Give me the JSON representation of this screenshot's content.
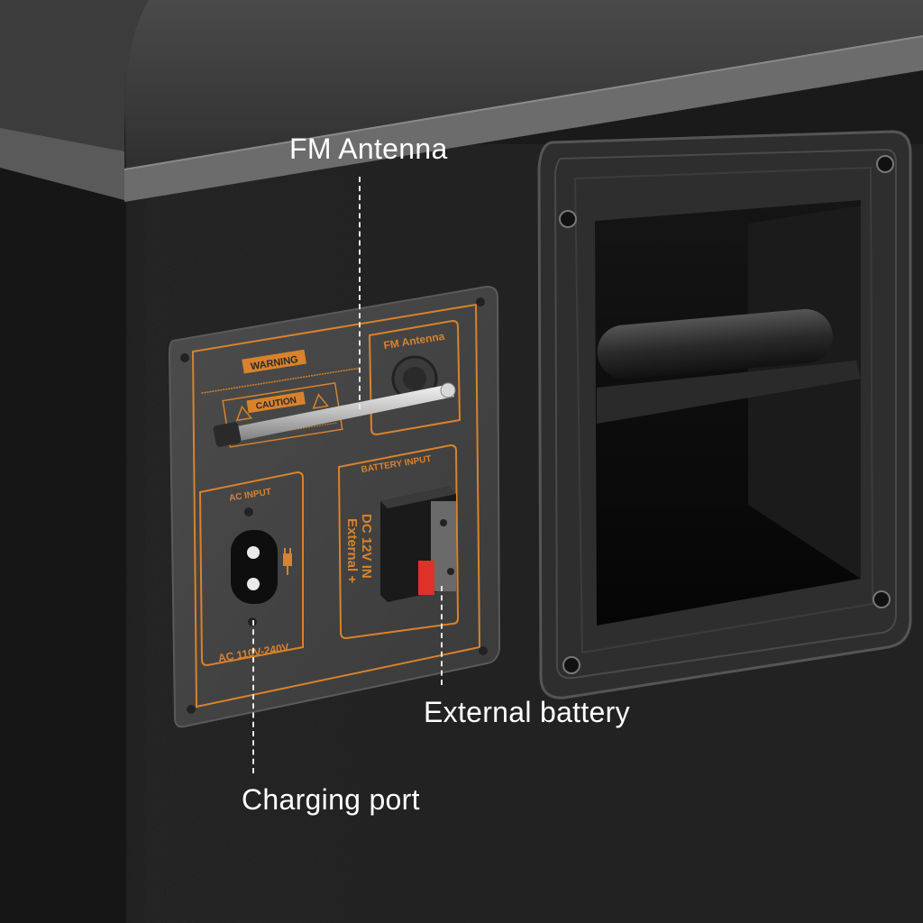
{
  "callouts": {
    "fm_antenna": "FM Antenna",
    "external_battery": "External battery",
    "charging_port": "Charging port"
  },
  "panel": {
    "warning": "WARNING",
    "caution": "CAUTION",
    "fm_antenna_label": "FM Antenna",
    "battery_input": "BATTERY INPUT",
    "dc_12v_in": "DC 12V IN",
    "external_plus": "External +",
    "ac_input": "AC INPUT",
    "ac_voltage": "AC 110V-240V"
  },
  "colors": {
    "panel_accent": "#d9822b",
    "panel_plate": "#444444",
    "cabinet": "#202020",
    "lid": "#3a3a3a",
    "callout_text": "#ffffff"
  }
}
